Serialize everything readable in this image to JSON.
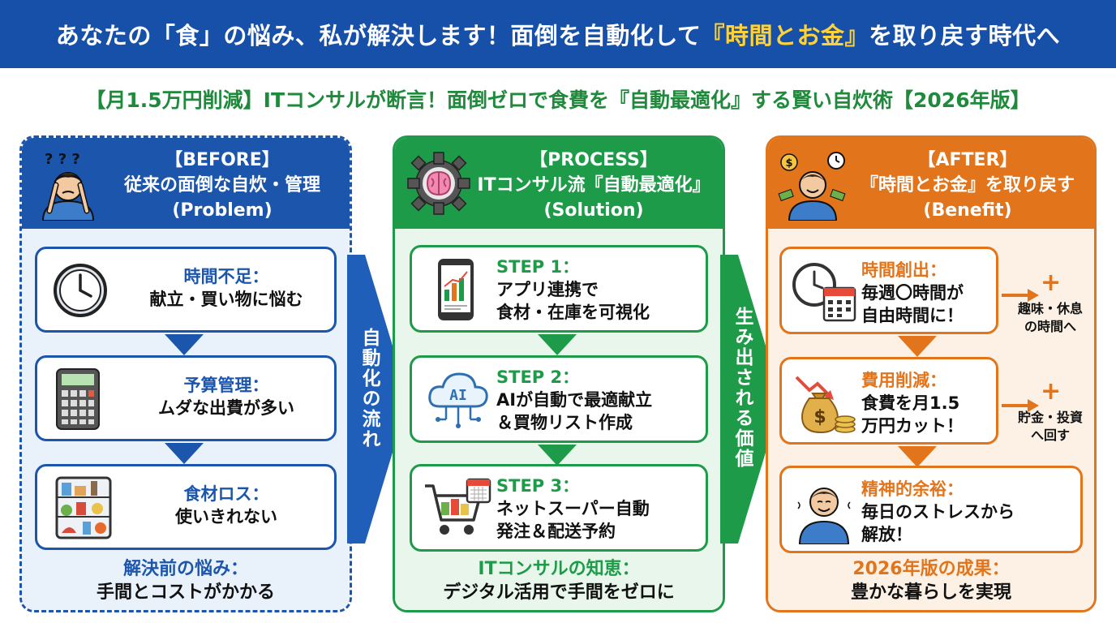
{
  "banner": {
    "part1": "あなたの「食」の悩み、私が解決します！面倒を自動化して",
    "highlight": "『時間とお金』",
    "part2": "を取り戻す時代へ"
  },
  "subtitle": "【月1.5万円削減】ITコンサルが断言！面倒ゼロで食費を『自動最適化』する賢い自炊術【2026年版】",
  "before": {
    "head": [
      "【BEFORE】",
      "従来の面倒な自炊・管理",
      "(Problem)"
    ],
    "cards": [
      {
        "title": "時間不足：",
        "text": "献立・買い物に悩む"
      },
      {
        "title": "予算管理：",
        "text": "ムダな出費が多い"
      },
      {
        "title": "食材ロス：",
        "text": "使いきれない"
      }
    ],
    "footer_title": "解決前の悩み：",
    "footer_text": "手間とコストがかかる"
  },
  "flow1": "自動化の流れ",
  "process": {
    "head": [
      "【PROCESS】",
      "ITコンサル流『自動最適化』",
      "(Solution)"
    ],
    "cards": [
      {
        "title": "STEP 1：",
        "line1": "アプリ連携で",
        "line2": "食材・在庫を可視化"
      },
      {
        "title": "STEP 2：",
        "line1": "AIが自動で最適献立",
        "line2": "＆買物リスト作成"
      },
      {
        "title": "STEP 3：",
        "line1": "ネットスーパー自動",
        "line2": "発注＆配送予約"
      }
    ],
    "ai_label": "AI",
    "footer_title": "ITコンサルの知恵：",
    "footer_text": "デジタル活用で手間をゼロに"
  },
  "flow2": "生み出される価値",
  "after": {
    "head": [
      "【AFTER】",
      "『時間とお金』を取り戻す",
      "(Benefit)"
    ],
    "cards": [
      {
        "title": "時間創出：",
        "line1": "毎週〇時間が",
        "line2": "自由時間に！"
      },
      {
        "title": "費用削減：",
        "line1": "食費を月1.5",
        "line2": "万円カット！"
      },
      {
        "title": "精神的余裕：",
        "line1": "毎日のストレスから",
        "line2": "解放！"
      }
    ],
    "side1": [
      "趣味・休息",
      "の時間へ"
    ],
    "side2": [
      "貯金・投資",
      "へ回す"
    ],
    "plus": "+",
    "dollar": "$",
    "footer_title": "2026年版の成果：",
    "footer_text": "豊かな暮らしを実現"
  },
  "icons": {
    "before_head": "confused-person-icon",
    "process_head": "gear-brain-icon",
    "after_head": "happy-person-icon",
    "clock": "clock-icon",
    "calculator": "calculator-icon",
    "fridge": "fridge-icon",
    "phone": "phone-chart-icon",
    "cloud": "ai-cloud-icon",
    "cart": "cart-calendar-icon",
    "money": "money-bag-icon",
    "relaxed": "relaxed-person-icon"
  },
  "colors": {
    "blue": "#1b56ac",
    "green": "#1e9b48",
    "orange": "#e2751c",
    "banner": "#1750a8",
    "highlight": "#ffd23a"
  }
}
